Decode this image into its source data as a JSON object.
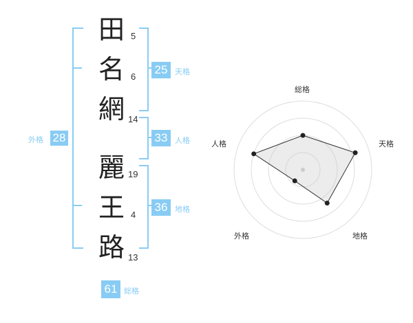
{
  "name_chars": [
    {
      "char": "田",
      "strokes": "5"
    },
    {
      "char": "名",
      "strokes": "6"
    },
    {
      "char": "網",
      "strokes": "14"
    },
    {
      "char": "麗",
      "strokes": "19"
    },
    {
      "char": "王",
      "strokes": "4"
    },
    {
      "char": "路",
      "strokes": "13"
    }
  ],
  "kakusu": {
    "tenkaku": {
      "value": "25",
      "label": "天格"
    },
    "jinkaku": {
      "value": "33",
      "label": "人格"
    },
    "chikaku": {
      "value": "36",
      "label": "地格"
    },
    "gaikaku": {
      "value": "28",
      "label": "外格"
    },
    "soukaku": {
      "value": "61",
      "label": "総格"
    }
  },
  "colors": {
    "accent": "#88ccf4",
    "text": "#222222"
  },
  "chart_data": {
    "type": "radar",
    "axes": [
      "総格",
      "天格",
      "地格",
      "外格",
      "人格"
    ],
    "values": [
      0.5,
      0.8,
      0.6,
      0.2,
      0.75
    ],
    "range": [
      0,
      1
    ],
    "rings": 4,
    "grid": true
  }
}
